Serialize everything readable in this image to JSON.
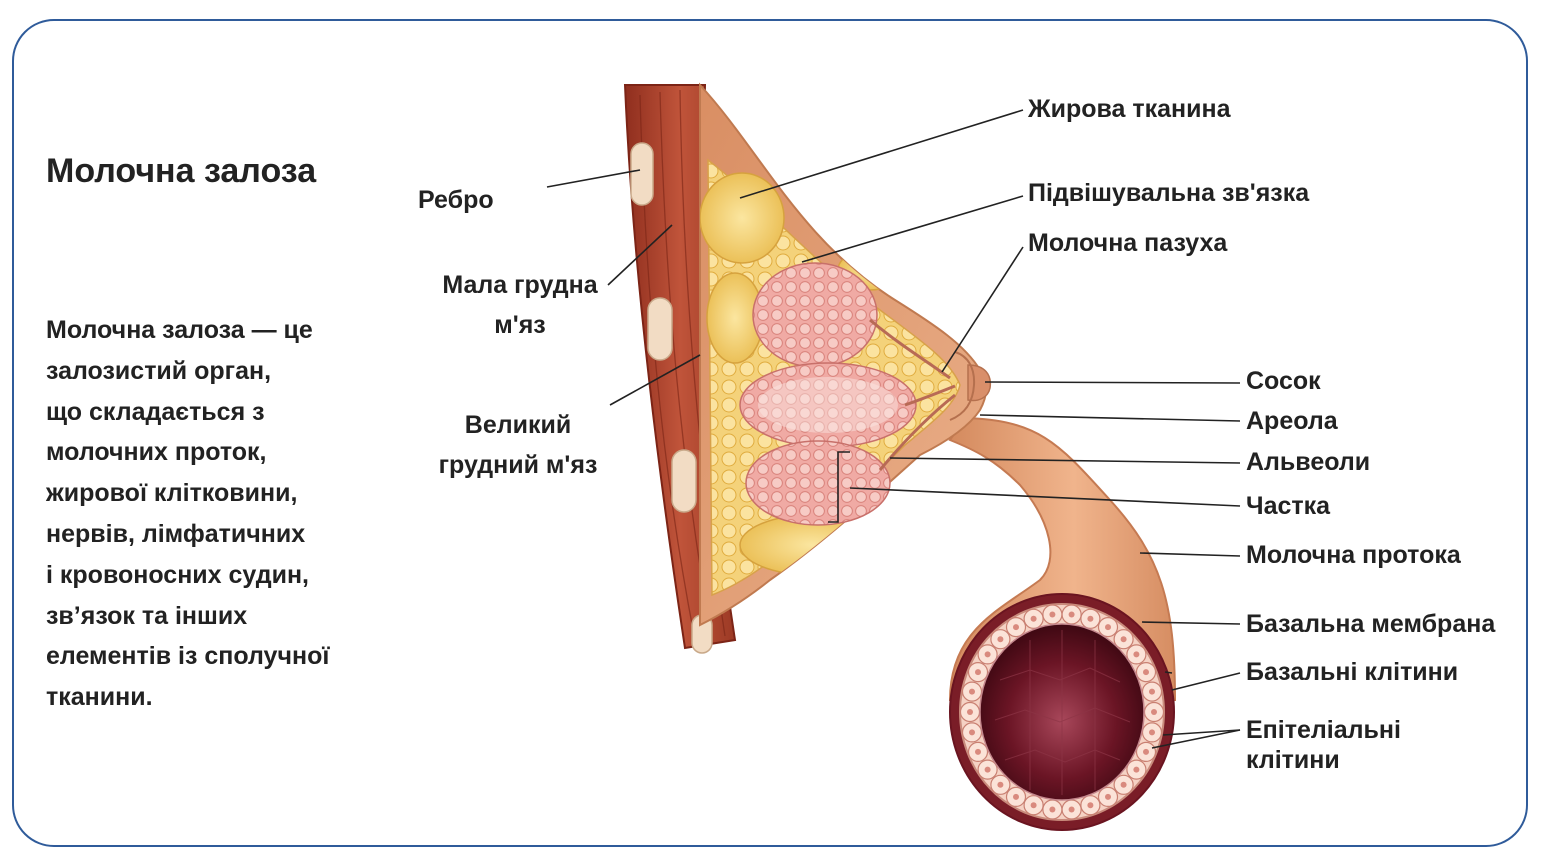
{
  "title": "Молочна залоза",
  "description_lines": [
    "Молочна залоза — це",
    "залозистий орган,",
    "що складається з",
    "молочних проток,",
    "жирової клітковини,",
    "нервів, лімфатичних",
    "і кровоносних судин,",
    "зв’язок та інших",
    "елементів із сполучної",
    "тканини."
  ],
  "labels_left": {
    "rib": "Ребро",
    "pec_minor": [
      "Мала грудна",
      "м'яз"
    ],
    "pec_major": [
      "Великий",
      "грудний м'яз"
    ]
  },
  "labels_right": {
    "fat": "Жирова тканина",
    "ligament": "Підвішувальна зв'язка",
    "sinus": "Молочна пазуха",
    "nipple": "Сосок",
    "areola": "Ареола",
    "alveoli": "Альвеоли",
    "lobule": "Частка",
    "duct": "Молочна протока",
    "basement": "Базальна мембрана",
    "basal_cells": "Базальні клітини",
    "epithelial": [
      "Епітеліальні",
      "клітини"
    ]
  },
  "colors": {
    "frame": "#2f5b9a",
    "muscle": "#b4442c",
    "skin": "#e2a279",
    "fat": "#f3cf6a",
    "lobule": "#f2b4ae",
    "lumen": "#5a0f1a"
  }
}
